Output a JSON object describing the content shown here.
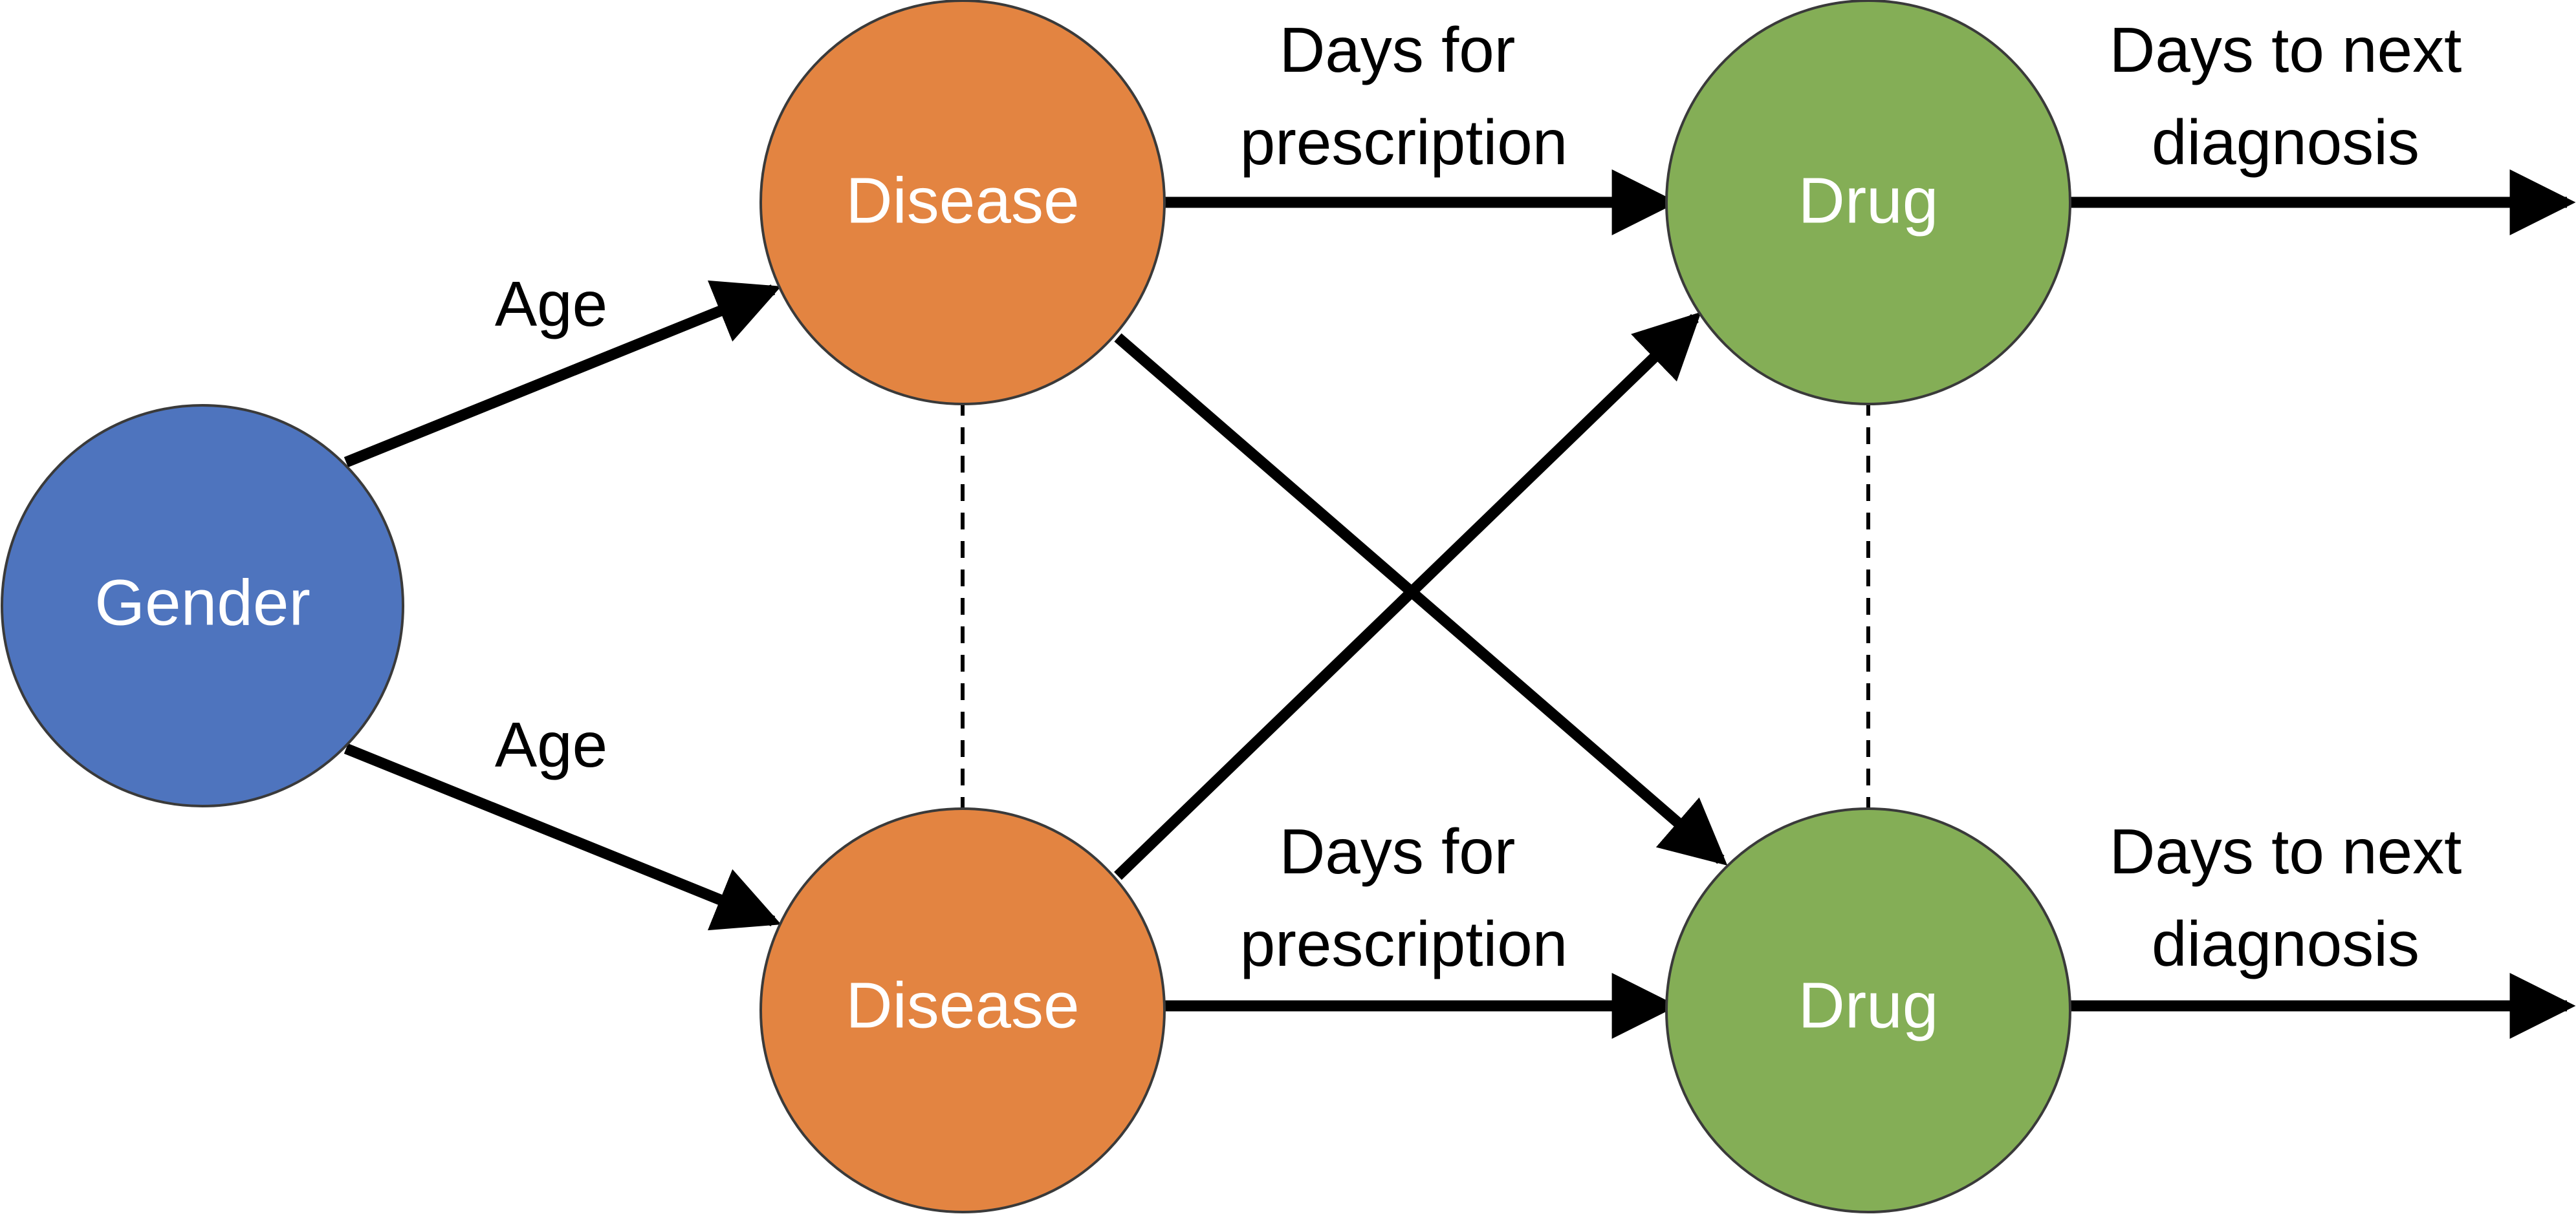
{
  "colors": {
    "gender": "#4e74be",
    "disease": "#e38441",
    "drug": "#84ae56",
    "outline": "#3a3a3a"
  },
  "nodes": {
    "gender": "Gender",
    "disease_top": "Disease",
    "disease_bottom": "Disease",
    "drug_top": "Drug",
    "drug_bottom": "Drug"
  },
  "edges": {
    "age_top": "Age",
    "age_bottom": "Age",
    "days_prescription_top": [
      "Days for",
      "prescription"
    ],
    "days_prescription_bottom": [
      "Days for",
      "prescription"
    ],
    "days_next_top": [
      "Days to next",
      "diagnosis"
    ],
    "days_next_bottom": [
      "Days to next",
      "diagnosis"
    ]
  }
}
